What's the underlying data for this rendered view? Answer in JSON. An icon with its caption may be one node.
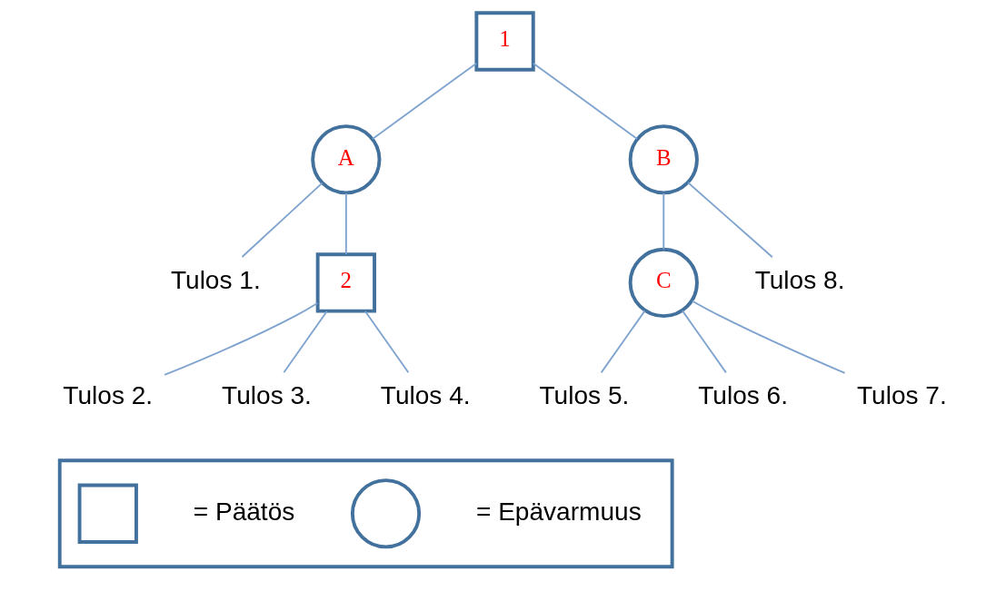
{
  "diagram": {
    "nodes": [
      {
        "text": [
          "1"
        ]
      },
      {
        "text": [
          "A"
        ]
      },
      {
        "text": [
          "B"
        ]
      },
      {
        "text": [
          "Tulos 1."
        ]
      },
      {
        "text": [
          "2"
        ]
      },
      {
        "text": [
          "Tulos 2."
        ]
      },
      {
        "text": [
          "Tulos 3."
        ]
      },
      {
        "text": [
          "Tulos 4."
        ]
      },
      {
        "text": [
          "C"
        ]
      },
      {
        "text": [
          "Tulos 5."
        ]
      },
      {
        "text": [
          "Tulos 6."
        ]
      },
      {
        "text": [
          "Tulos 7."
        ]
      },
      {
        "text": [
          "Tulos 8."
        ]
      },
      {
        "text": [],
        "shape": "box"
      },
      {
        "text": [],
        "shape": "box",
        "in": 13,
        "beside": [
          "= Päätös"
        ]
      },
      {
        "text": [],
        "shape": "circle",
        "in": 13,
        "beside": [
          "= Epävarmuus"
        ]
      }
    ],
    "edges": [
      {
        "from": 0,
        "to": 1,
        "arrow": "none"
      },
      {
        "from": 0,
        "to": 2,
        "arrow": "none"
      },
      {
        "from": 1,
        "to": 3,
        "arrow": "none"
      },
      {
        "from": 1,
        "to": 4,
        "arrow": "none"
      },
      {
        "from": 4,
        "to": 5,
        "arrow": "none"
      },
      {
        "from": 4,
        "to": 6,
        "arrow": "none"
      },
      {
        "from": 4,
        "to": 7,
        "arrow": "none"
      },
      {
        "from": 2,
        "to": 8,
        "arrow": "none"
      },
      {
        "from": 2,
        "to": 12,
        "arrow": "none"
      },
      {
        "from": 8,
        "to": 9,
        "arrow": "none"
      },
      {
        "from": 8,
        "to": 10,
        "arrow": "none"
      },
      {
        "from": 8,
        "to": 11,
        "arrow": "none"
      }
    ]
  }
}
